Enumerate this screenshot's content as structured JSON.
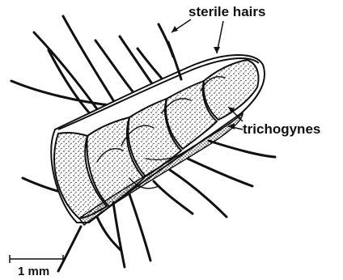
{
  "labels": {
    "sterile_hairs": "sterile hairs",
    "trichogynes": "trichogynes"
  },
  "scale_bar": {
    "label": "1 mm"
  },
  "colors": {
    "ink": "#111111",
    "background": "#ffffff"
  }
}
